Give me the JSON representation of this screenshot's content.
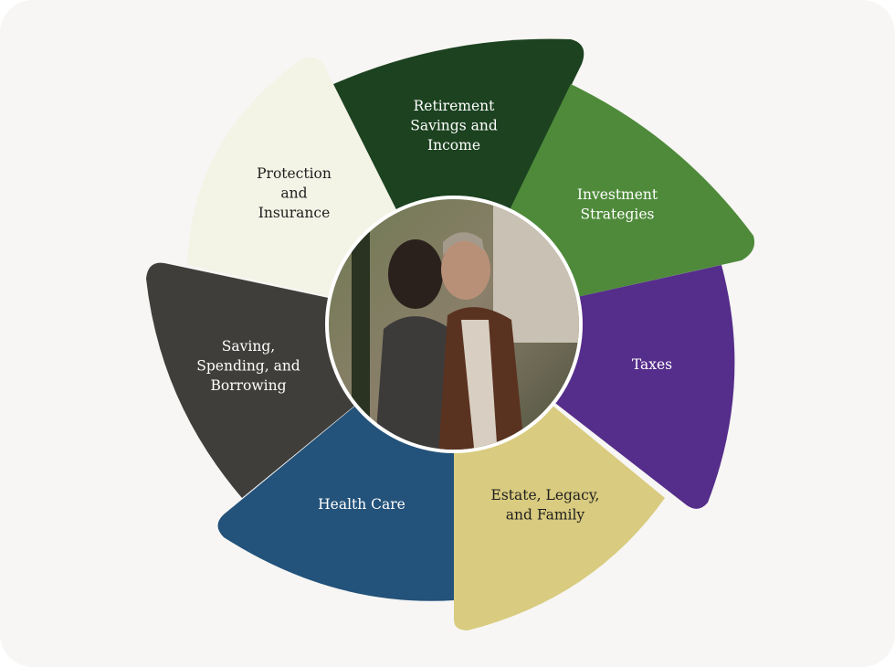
{
  "segments": [
    {
      "id": "protection",
      "lines": [
        "Protection",
        "and",
        "Insurance"
      ],
      "color": "#f3f3e6",
      "text_color": "#1f1f1f"
    },
    {
      "id": "retirement",
      "lines": [
        "Retirement",
        "Savings and",
        "Income"
      ],
      "color": "#1c4220",
      "text_color": "#ffffff"
    },
    {
      "id": "investment",
      "lines": [
        "Investment",
        "Strategies"
      ],
      "color": "#4e8a3a",
      "text_color": "#ffffff"
    },
    {
      "id": "taxes",
      "lines": [
        "Taxes"
      ],
      "color": "#552d8a",
      "text_color": "#ffffff"
    },
    {
      "id": "estate",
      "lines": [
        "Estate, Legacy,",
        "and Family"
      ],
      "color": "#d9cb7f",
      "text_color": "#1f1f1f"
    },
    {
      "id": "health",
      "lines": [
        "Health Care"
      ],
      "color": "#23527a",
      "text_color": "#ffffff"
    },
    {
      "id": "saving",
      "lines": [
        "Saving,",
        "Spending, and",
        "Borrowing"
      ],
      "color": "#3f3e3b",
      "text_color": "#ffffff"
    }
  ],
  "center_photo": "couple-photo"
}
